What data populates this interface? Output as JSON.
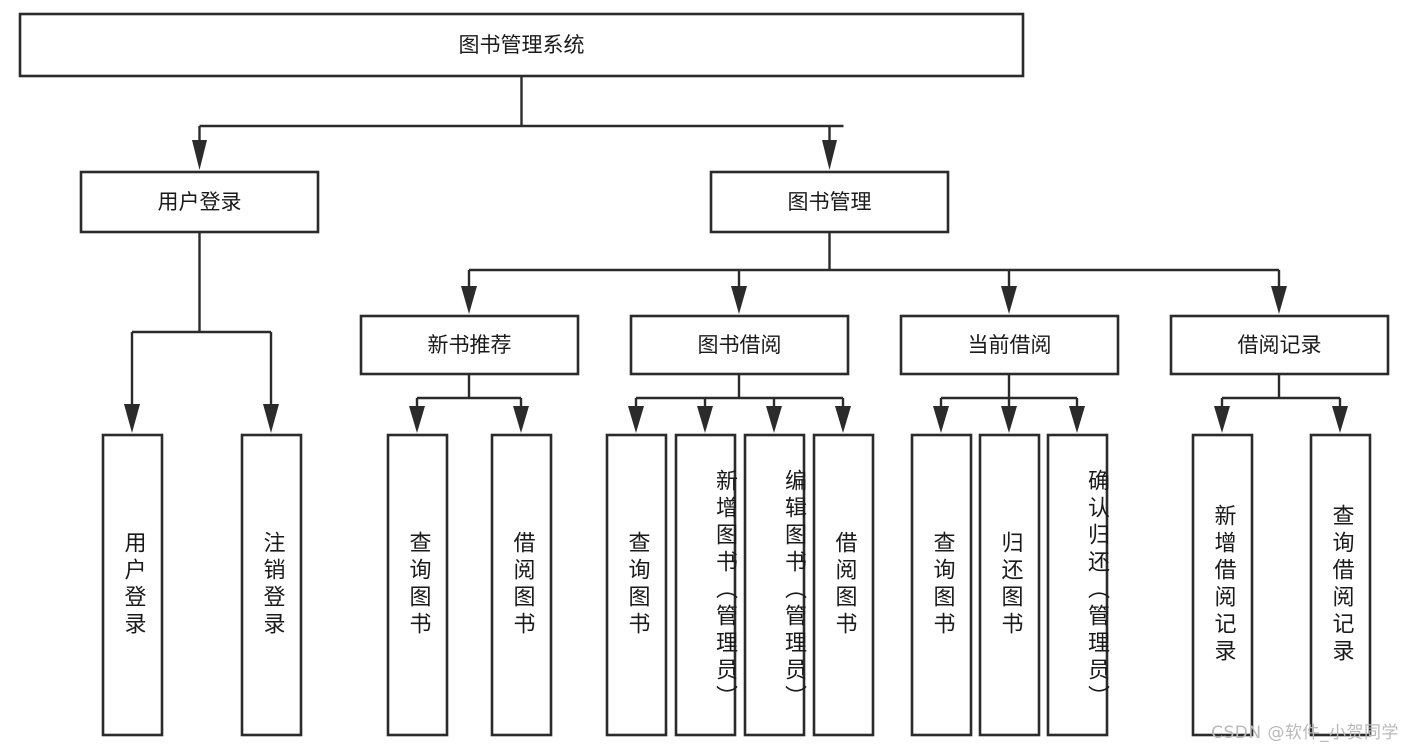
{
  "diagram": {
    "title": "图书管理系统",
    "type": "tree",
    "watermark": "CSDN @软件_小贺同学",
    "colors": {
      "box_stroke": "#2b2b2b",
      "box_fill": "#ffffff",
      "text": "#1a1a1a",
      "connector": "#2b2b2b",
      "watermark": "#b9b9b9",
      "background": "#ffffff"
    },
    "levels": {
      "root": {
        "label": "图书管理系统"
      },
      "level1": [
        {
          "label": "用户登录"
        },
        {
          "label": "图书管理"
        }
      ],
      "level2": [
        {
          "label": "新书推荐"
        },
        {
          "label": "图书借阅"
        },
        {
          "label": "当前借阅"
        },
        {
          "label": "借阅记录"
        }
      ],
      "leaves": {
        "user_login": [
          {
            "label": "用户登录"
          },
          {
            "label": "注销登录"
          }
        ],
        "new_book_recommend": [
          {
            "label": "查询图书"
          },
          {
            "label": "借阅图书"
          }
        ],
        "book_borrow": [
          {
            "label": "查询图书"
          },
          {
            "label": "新增图书（管理员）"
          },
          {
            "label": "编辑图书（管理员）"
          },
          {
            "label": "借阅图书"
          }
        ],
        "current_borrow": [
          {
            "label": "查询图书"
          },
          {
            "label": "归还图书"
          },
          {
            "label": "确认归还（管理员）"
          }
        ],
        "borrow_record": [
          {
            "label": "新增借阅记录"
          },
          {
            "label": "查询借阅记录"
          }
        ]
      }
    }
  }
}
